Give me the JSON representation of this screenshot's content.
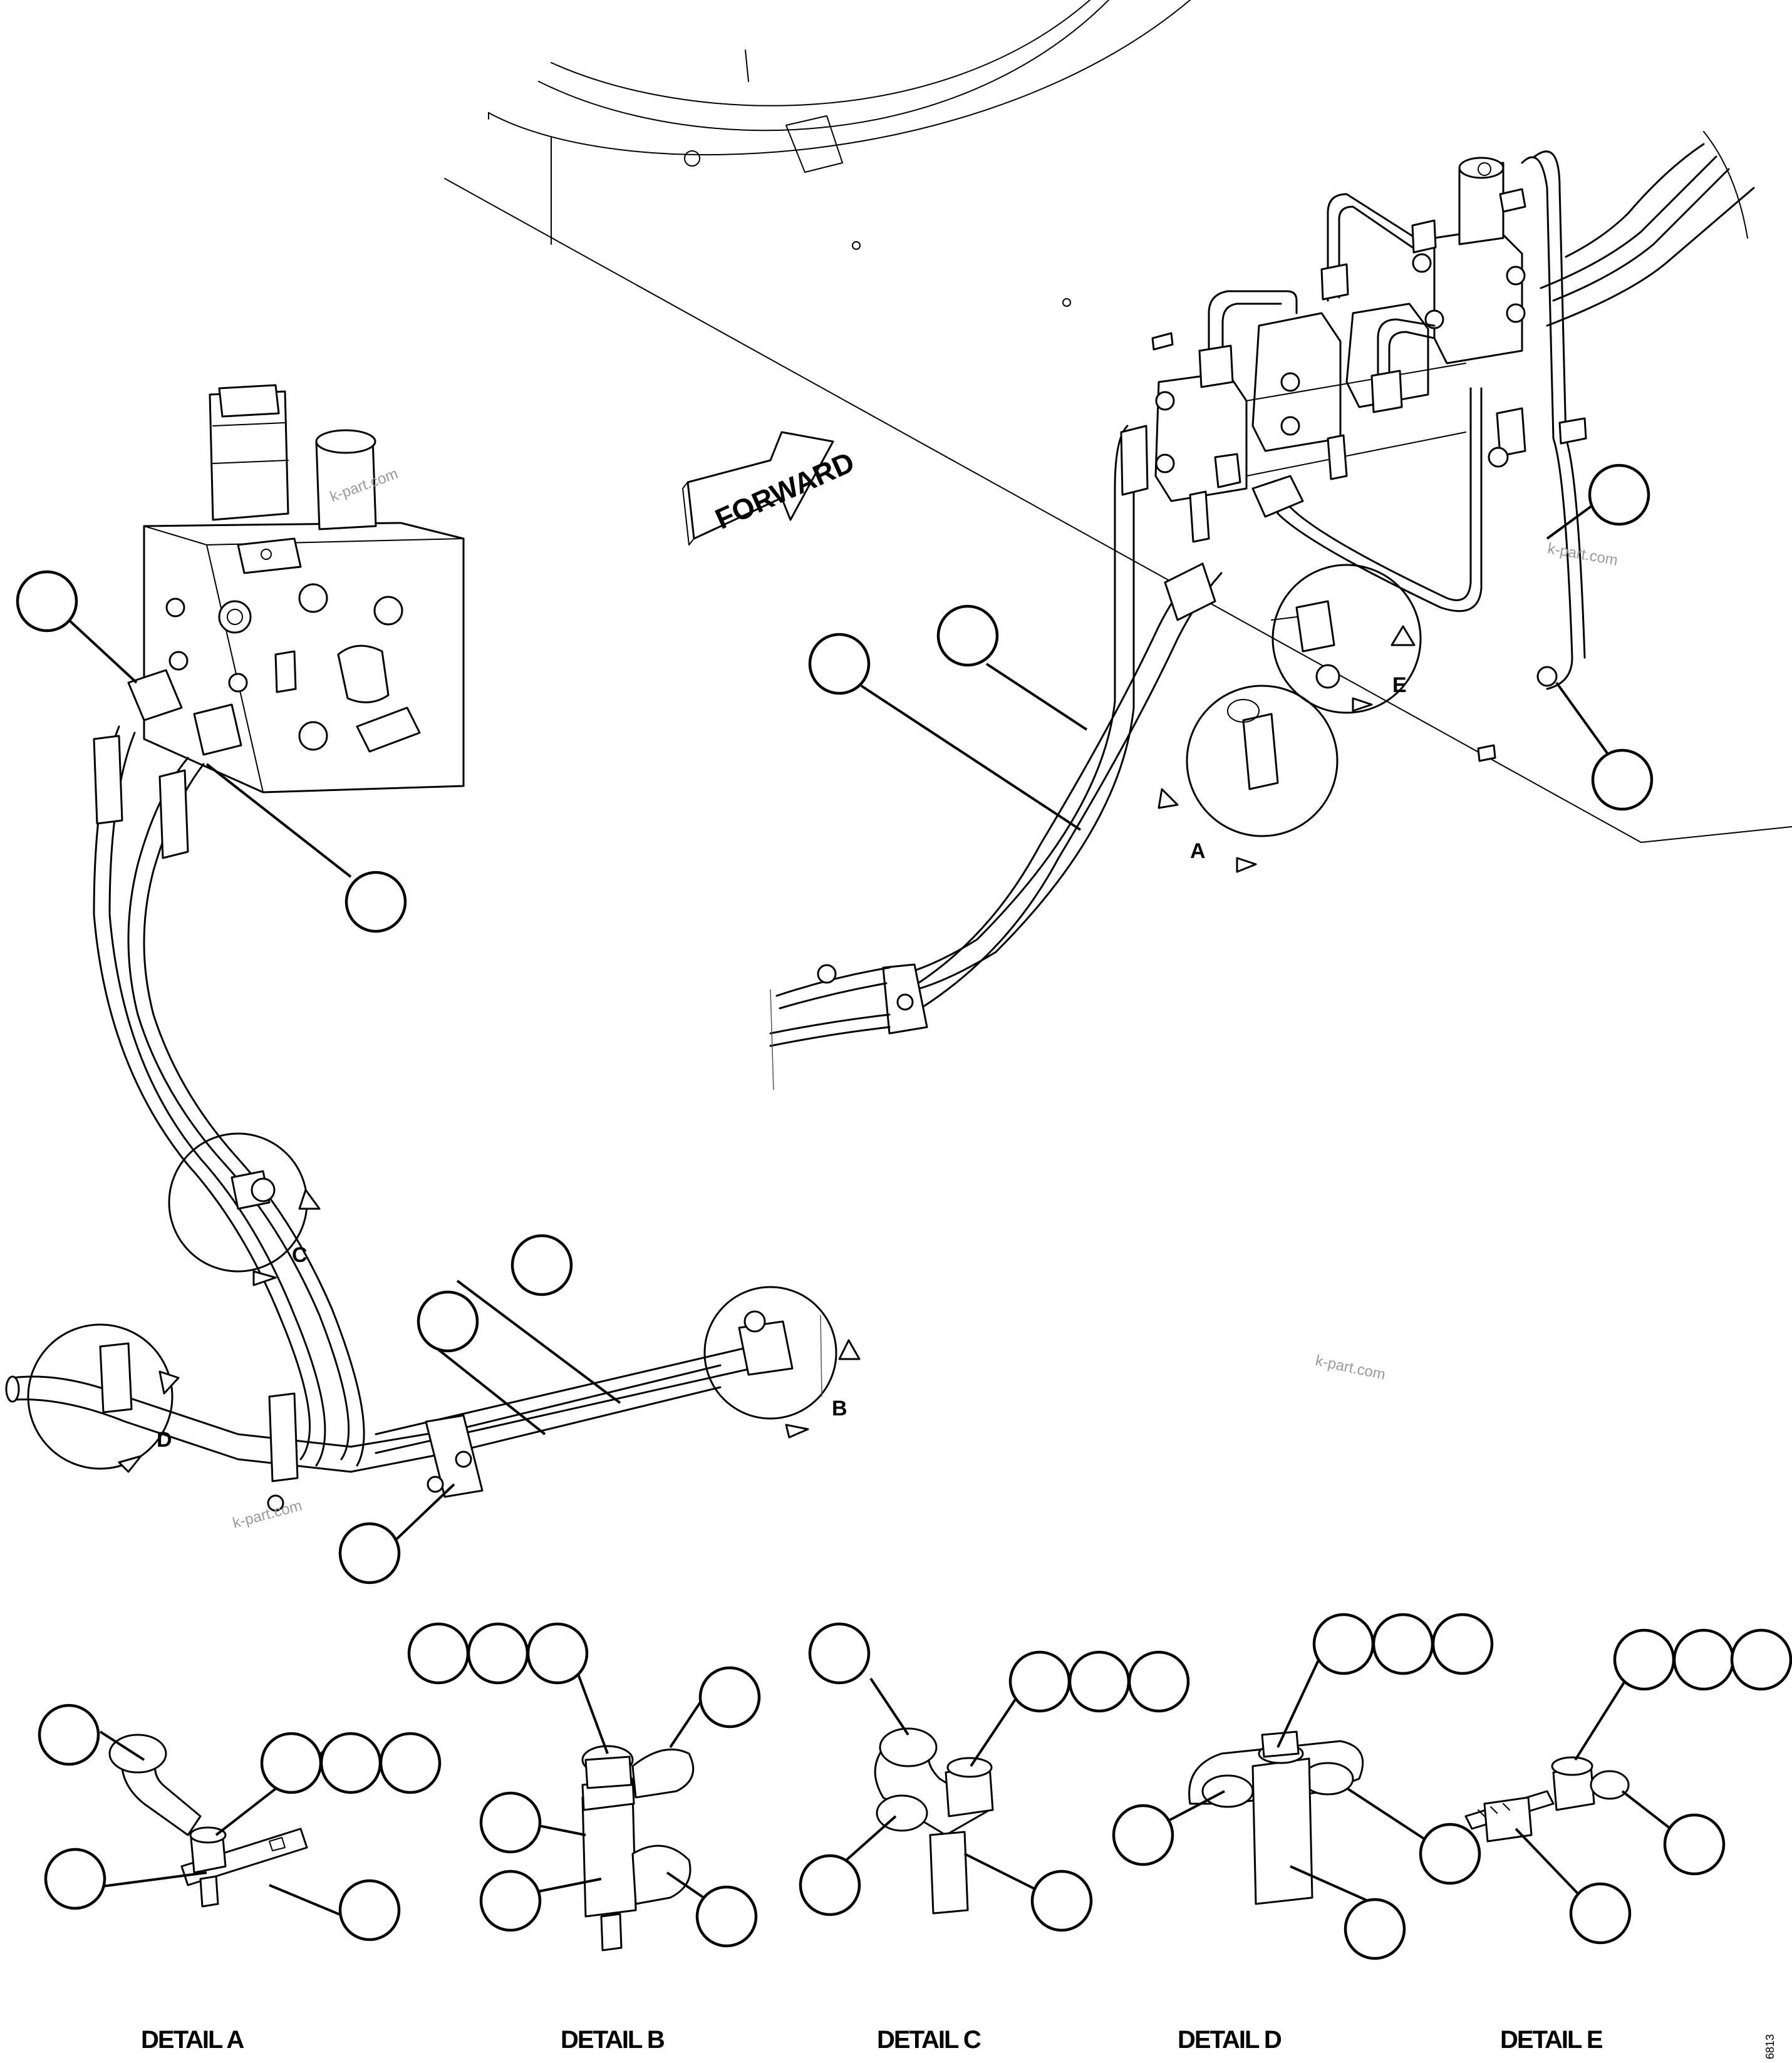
{
  "forward_arrow": {
    "label": "FORWARD"
  },
  "callout_letters": [
    "A",
    "B",
    "C",
    "D",
    "E"
  ],
  "detail_labels": [
    "DETAIL A",
    "DETAIL B",
    "DETAIL C",
    "DETAIL D",
    "DETAIL E"
  ],
  "watermark": "k-part.com",
  "document_number": "6813"
}
